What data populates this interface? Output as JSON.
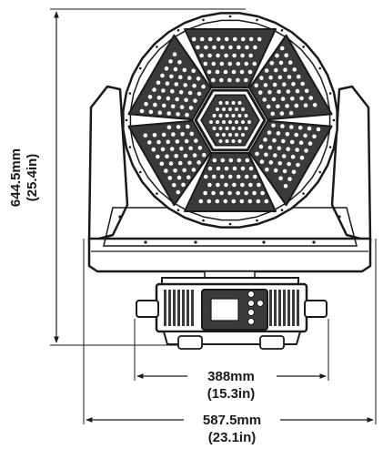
{
  "dimensions": {
    "height": {
      "metric": "644.5mm",
      "imperial": "(25.4in)"
    },
    "base_width": {
      "metric": "388mm",
      "imperial": "(15.3in)"
    },
    "overall_width": {
      "metric": "587.5mm",
      "imperial": "(23.1in)"
    }
  },
  "fixture": {
    "outer_petals": 6,
    "colors": {
      "line": "#1a1a1a",
      "panel": "#3a3a3a",
      "led": "#ffffff",
      "background": "#ffffff"
    }
  }
}
